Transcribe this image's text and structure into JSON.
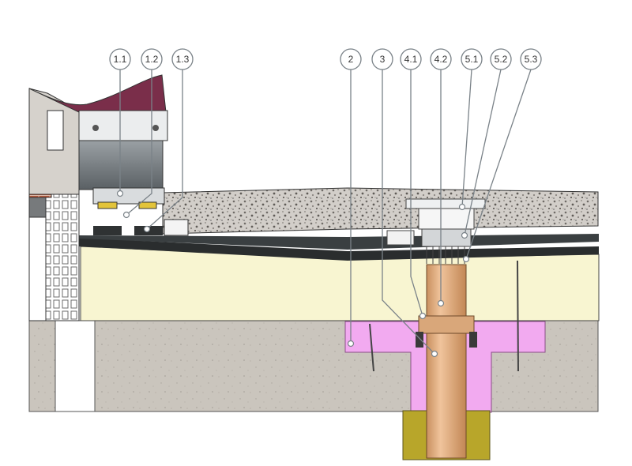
{
  "diagram": {
    "colors": {
      "slab": "#c9c4bc",
      "insulation": "#f7f4cf",
      "membrane": "#2c2f30",
      "gravel": "#cfcbc6",
      "sleeve": "#f2a8ee",
      "pipe": "#e3b38a",
      "grout": "#b9a728",
      "leader": "#7a8288",
      "bubble_fill": "#ffffff",
      "bubble_stroke": "#7a8288"
    },
    "callouts": [
      {
        "id": "1.1",
        "label": "1.1"
      },
      {
        "id": "1.2",
        "label": "1.2"
      },
      {
        "id": "1.3",
        "label": "1.3"
      },
      {
        "id": "2",
        "label": "2"
      },
      {
        "id": "3",
        "label": "3"
      },
      {
        "id": "4.1",
        "label": "4.1"
      },
      {
        "id": "4.2",
        "label": "4.2"
      },
      {
        "id": "5.1",
        "label": "5.1"
      },
      {
        "id": "5.2",
        "label": "5.2"
      },
      {
        "id": "5.3",
        "label": "5.3"
      }
    ]
  }
}
